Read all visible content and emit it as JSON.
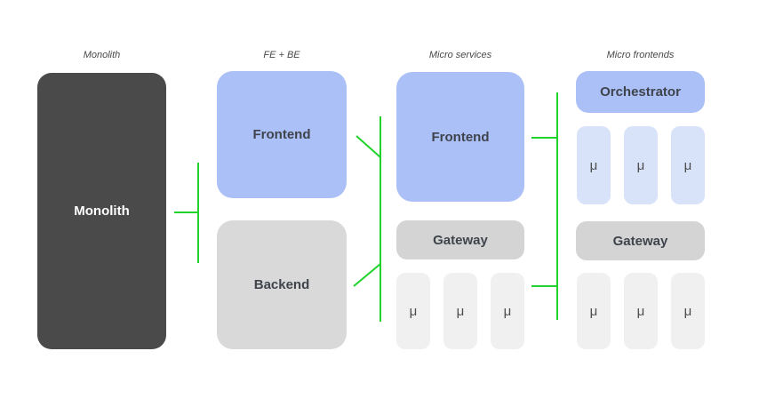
{
  "columns": [
    {
      "title": "Monolith",
      "monolith_label": "Monolith"
    },
    {
      "title": "FE + BE",
      "frontend_label": "Frontend",
      "backend_label": "Backend"
    },
    {
      "title": "Micro services",
      "frontend_label": "Frontend",
      "gateway_label": "Gateway",
      "microservices": [
        "μ",
        "μ",
        "μ"
      ]
    },
    {
      "title": "Micro frontends",
      "orchestrator_label": "Orchestrator",
      "micro_frontends": [
        "μ",
        "μ",
        "μ"
      ],
      "gateway_label": "Gateway",
      "microservices": [
        "μ",
        "μ",
        "μ"
      ]
    }
  ],
  "colors": {
    "monolith_fill": "#4a4a4a",
    "frontend_fill": "#abc0f7",
    "micro_frontend_fill": "#d8e2f9",
    "backend_fill": "#d9d9d9",
    "gateway_fill": "#d4d4d4",
    "microservice_fill": "#f0f0f0",
    "connector": "#1fd32b"
  }
}
